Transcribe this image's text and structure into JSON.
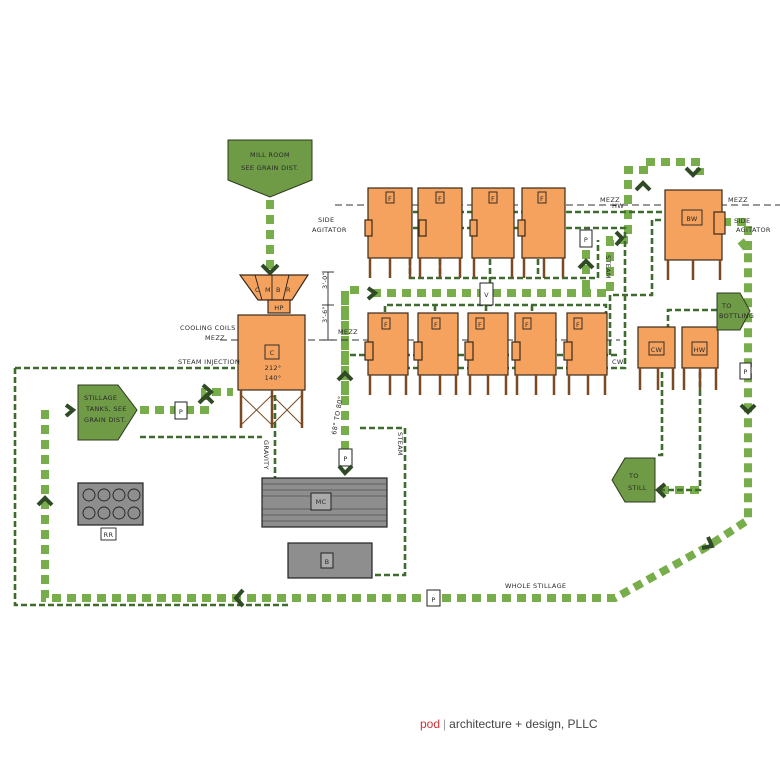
{
  "labels": {
    "mill_room": [
      "MILL ROOM",
      "SEE GRAIN DIST."
    ],
    "hopper": [
      "C",
      "M",
      "B",
      "R"
    ],
    "hopper_box": "HP",
    "cooker": "C",
    "cooker_temps": [
      "212°",
      "140°"
    ],
    "dim_upper": "3'-0\"",
    "dim_lower": "3'-6\"",
    "cooling_coils": "COOLING COILS",
    "mezz": "MEZZ",
    "steam_injection": "STEAM INJECTION",
    "side_agitator": [
      "SIDE",
      "AGITATOR"
    ],
    "fermenter": "F",
    "valve": "V",
    "pump": "P",
    "beer_well": "BW",
    "cold_water": "CW",
    "hot_water": "HW",
    "to_bottling": [
      "TO",
      "BOTTLING"
    ],
    "to_still": [
      "TO",
      "STILL"
    ],
    "stillage_tanks": [
      "STILLAGE",
      "TANKS, SEE",
      "GRAIN DIST."
    ],
    "rr": "RR",
    "mc": "MC",
    "b": "B",
    "gravity": "GRAVITY",
    "steam": "STEAM",
    "temp_range": "68° TO 80°",
    "cw_pipe": "CW",
    "hw_pipe": "HW",
    "whole_stillage": "WHOLE STILLAGE"
  },
  "footer": {
    "brand": "pod",
    "company": "architecture + design, PLLC"
  },
  "colors": {
    "tank": "#f4a25e",
    "flow": "#78ad4c",
    "pipe": "#3f6b2e",
    "equipment": "#8e8e8e",
    "brand": "#d0313a"
  }
}
